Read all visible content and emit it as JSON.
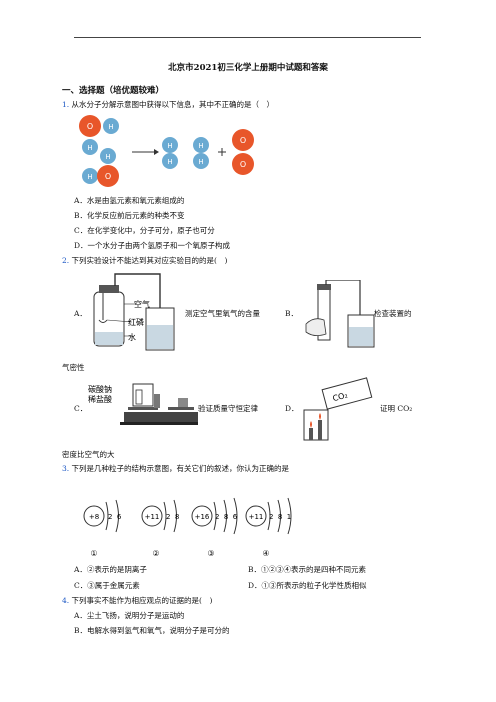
{
  "title": "北京市2021初三化学上册期中试题和答案",
  "section": "一、选择题（培优题较难）",
  "q1": {
    "num": "1.",
    "stem": "从水分子分解示意图中获得以下信息，其中不正确的是（　）",
    "atoms": {
      "o": "O",
      "h": "H"
    },
    "options": [
      "A．水是由氢元素和氧元素组成的",
      "B．化学反应前后元素的种类不变",
      "C．在化学变化中，分子可分，原子也可分",
      "D．一个水分子由两个氢原子和一个氧原子构成"
    ]
  },
  "q2": {
    "num": "2.",
    "stem": "下列实验设计不能达到其对应实验目的的是(　)",
    "a_label": "A．",
    "a_text": "测定空气里氧气的含量",
    "a_fig": {
      "air": "空气",
      "phos": "红磷",
      "water": "水"
    },
    "b_label": "B．",
    "b_text": "检查装置的",
    "b_cont": "气密性",
    "c_label": "C．",
    "c_text": "验证质量守恒定律",
    "c_fig": {
      "l1": "碳酸钠",
      "l2": "稀盐酸"
    },
    "d_label": "D．",
    "d_text": "证明 CO₂",
    "d_fig": "CO₂",
    "d_cont": "密度比空气的大"
  },
  "q3": {
    "num": "3.",
    "stem": "下列是几种粒子的结构示意图，有关它们的叙述，你认为正确的是",
    "particles": [
      {
        "nucleus": "+8",
        "shells": "2  6",
        "label": "①"
      },
      {
        "nucleus": "+11",
        "shells": "2  8",
        "label": "②"
      },
      {
        "nucleus": "+16",
        "shells": "2  8  6",
        "label": "③"
      },
      {
        "nucleus": "+11",
        "shells": "2  8  1",
        "label": "④"
      }
    ],
    "options": [
      "A．②表示的是阴离子",
      "B．①②③④表示的是四种不同元素",
      "C．③属于金属元素",
      "D．①③所表示的粒子化学性质相似"
    ]
  },
  "q4": {
    "num": "4.",
    "stem": "下列事实不能作为相应观点的证据的是(　)",
    "options": [
      "A．尘土飞扬，说明分子是运动的",
      "B．电解水得到氢气和氧气，说明分子是可分的"
    ]
  },
  "colors": {
    "oxygen": "#e8562a",
    "hydrogen": "#6aaad2",
    "number": "#1a56c4"
  }
}
